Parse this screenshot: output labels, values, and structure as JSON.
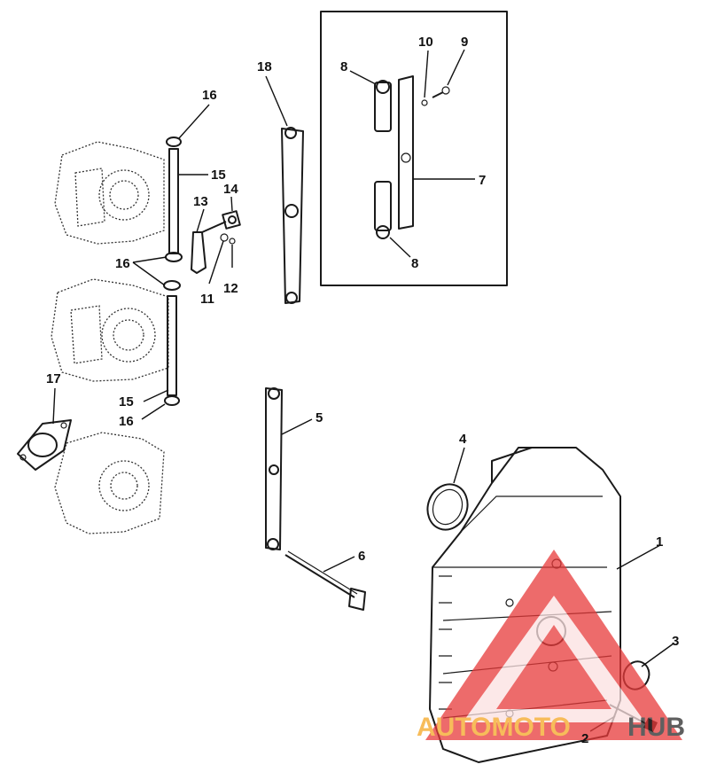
{
  "diagram": {
    "callouts": [
      "1",
      "2",
      "3",
      "4",
      "5",
      "6",
      "7",
      "8",
      "8",
      "9",
      "10",
      "11",
      "12",
      "13",
      "14",
      "15",
      "15",
      "16",
      "16",
      "16",
      "17",
      "18"
    ]
  },
  "watermark": {
    "text_left": "AUTOMOTO",
    "text_right": "HUB",
    "color_red": "#e83a3a",
    "color_orange": "#f5a623",
    "color_dark": "#2a2a2a"
  }
}
